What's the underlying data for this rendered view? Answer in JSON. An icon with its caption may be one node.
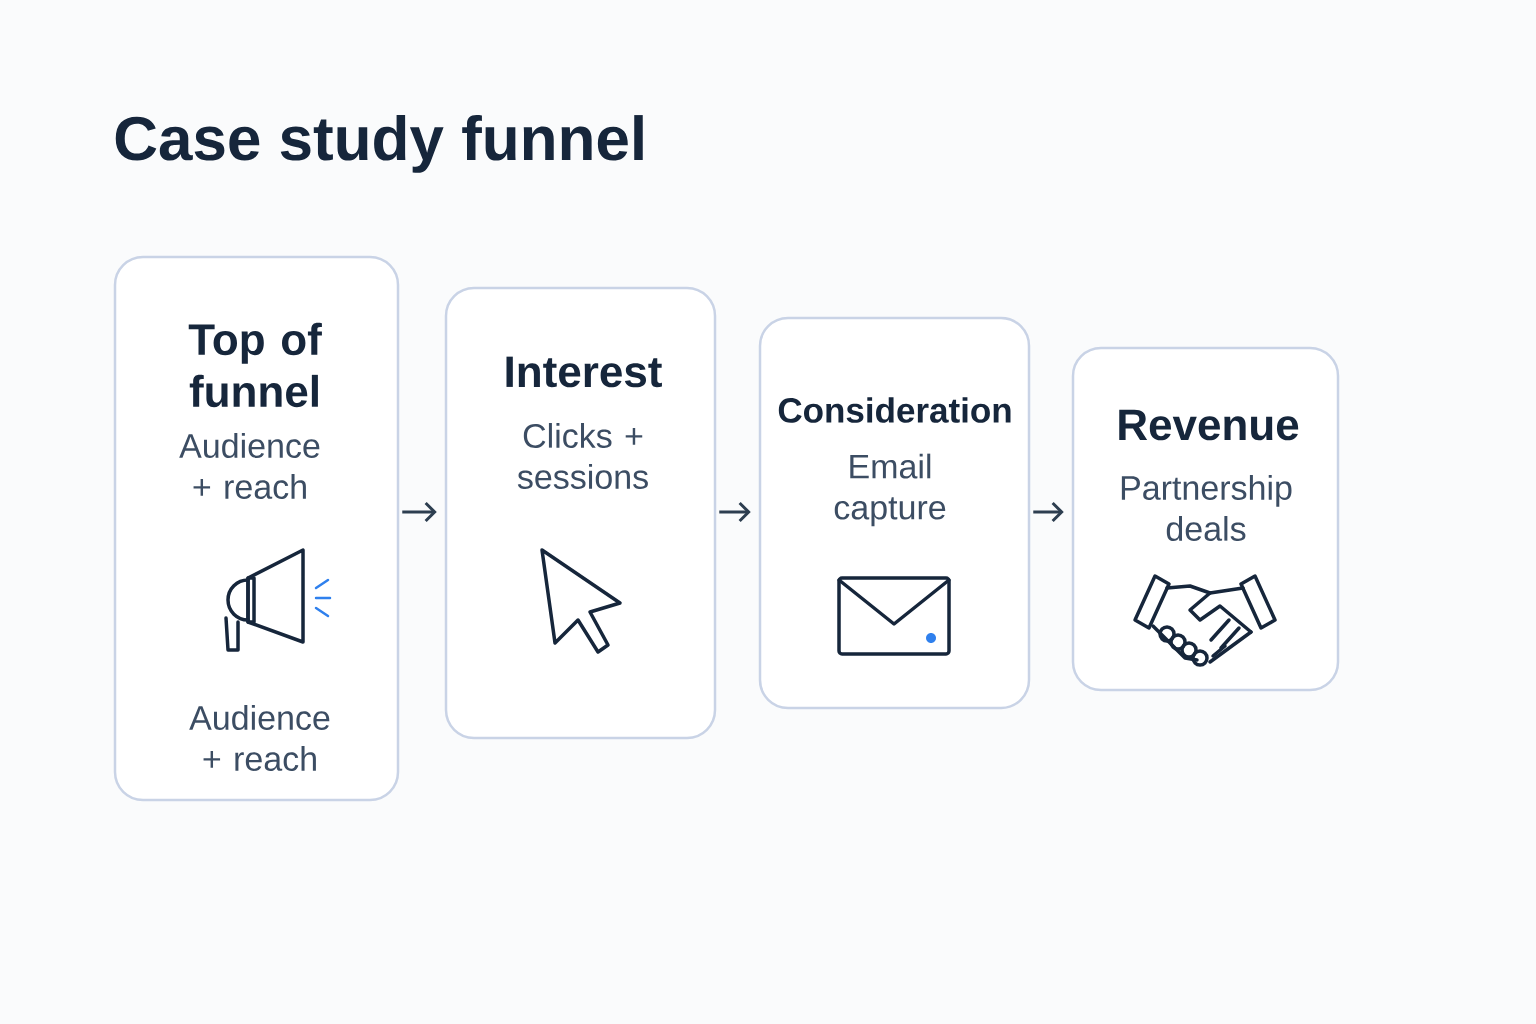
{
  "diagram": {
    "title": "Case study funnel",
    "nodes": [
      {
        "text": [
          "Top of funnel",
          "Audience + reach",
          "Audience + reach"
        ]
      },
      {
        "text": [
          "Interest",
          "Clicks + sessions"
        ]
      },
      {
        "text": [
          "Consideration",
          "Email capture"
        ]
      },
      {
        "text": [
          "Revenue",
          "Partnership deals"
        ]
      }
    ],
    "edges": [
      {
        "from": 0,
        "to": 1,
        "arrow": "to"
      },
      {
        "from": 1,
        "to": 2,
        "arrow": "to"
      },
      {
        "from": 2,
        "to": 3,
        "arrow": "to"
      }
    ]
  }
}
